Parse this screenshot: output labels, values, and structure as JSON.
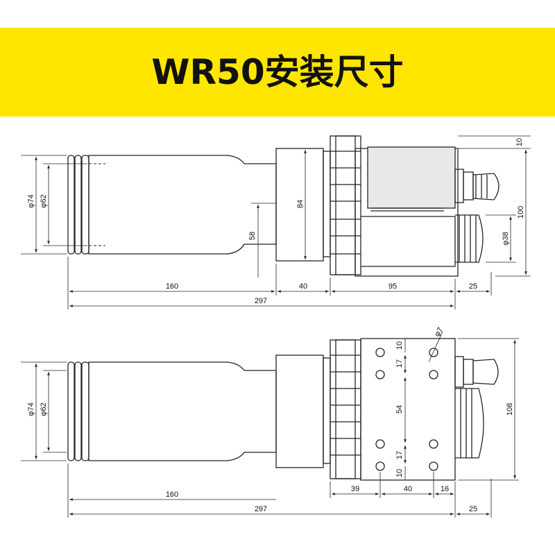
{
  "banner": {
    "title": "WR50安装尺寸",
    "color": "#ffe600"
  },
  "views": {
    "side": {
      "dim_phi74": "φ74",
      "dim_phi62": "φ62",
      "dim_58": "58",
      "dim_84": "84",
      "dim_10": "10",
      "dim_100": "100",
      "dim_phi38": "φ38",
      "dim_160": "160",
      "dim_40": "40",
      "dim_95": "95",
      "dim_25": "25",
      "dim_297": "297"
    },
    "top": {
      "dim_phi74": "φ74",
      "dim_phi62": "φ62",
      "dim_phi7": "φ7",
      "dim_10a": "10",
      "dim_17a": "17",
      "dim_54": "54",
      "dim_17b": "17",
      "dim_10b": "10",
      "dim_108": "108",
      "dim_39": "39",
      "dim_40": "40",
      "dim_16": "16",
      "dim_160": "160",
      "dim_297": "297",
      "dim_25": "25"
    }
  }
}
